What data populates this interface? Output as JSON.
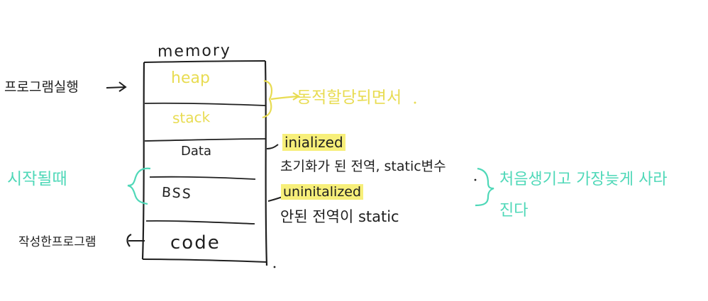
{
  "diagram": {
    "title": "memory",
    "segments": [
      {
        "id": "heap",
        "label": "heap",
        "color": "#e8dc52"
      },
      {
        "id": "stack",
        "label": "stack",
        "color": "#e8dc52"
      },
      {
        "id": "data",
        "label": "Data",
        "color": "#1f1f1f"
      },
      {
        "id": "bss",
        "label": "BSS",
        "color": "#1f1f1f"
      },
      {
        "id": "code",
        "label": "code",
        "color": "#1f1f1f"
      }
    ],
    "annotations": {
      "program_run": "프로그램실행",
      "dynamic_alloc": "동적할당되면서",
      "initialized": "inialized",
      "initialized_desc": "초기화가 된 전역, static변수",
      "uninitialized": "uninitalized",
      "uninitialized_desc": "안된 전역이 static",
      "start_time": "시작될때",
      "written_program": "작성한프로그램",
      "lifetime": "처음생기고 가장늦게 사라진다"
    },
    "colors": {
      "ink": "#1f1f1f",
      "yellow": "#e8dc52",
      "teal": "#4fd8b8",
      "highlight": "#f7ef7a"
    }
  }
}
